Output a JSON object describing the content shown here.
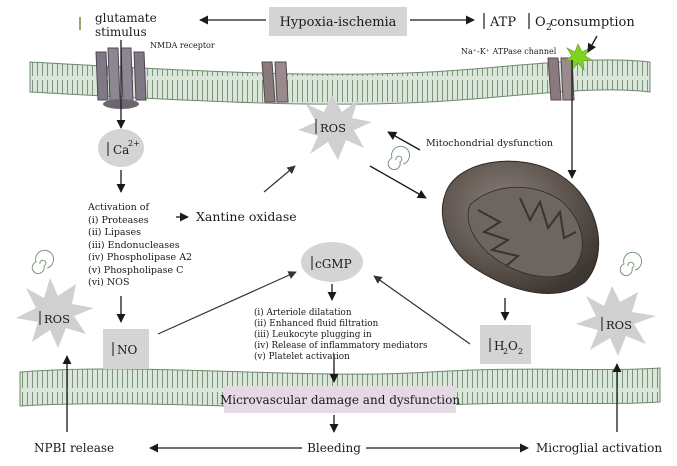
{
  "title_box": "Hypoxia-ischemia",
  "atp": {
    "prefix": "ATP",
    "o2": "O",
    "o2_sub": "2",
    "suffix": " consumption"
  },
  "glutamate": {
    "line1": "glutamate",
    "line2": "stimulus"
  },
  "nmda_label": "NMDA receptor",
  "atpase_label": "Na⁺-K⁺ ATPase channel",
  "ros_top": "ROS",
  "ros_left": "ROS",
  "ros_right": "ROS",
  "ca": {
    "text": "Ca",
    "sup": "2+"
  },
  "mito_label": "Mitochondrial dysfunction",
  "activation": {
    "title": "Activation of",
    "items": [
      "(i) Proteases",
      "(ii) Lipases",
      "(iii) Endonucleases",
      "(iv) Phospholipase A2",
      "(v) Phospholipase C",
      "(vi) NOS"
    ]
  },
  "xantine": "Xantine oxidase",
  "cgmp": "cGMP",
  "effects": {
    "items": [
      "(i) Arteriole dilatation",
      "(ii) Enhanced fluid filtration",
      "(iii) Leukocyte plugging in",
      "(iv) Release of inflammatory mediators",
      "(v) Platelet activation"
    ]
  },
  "no": "NO",
  "h2o2": {
    "h": "H",
    "sub1": "2",
    "o": "O",
    "sub2": "2"
  },
  "micro": "Microvascular damage and dysfunction",
  "bottom": {
    "left": "NPBI release",
    "center": "Bleeding",
    "right": "Microglial activation"
  },
  "colors": {
    "box": "#d4d4d4",
    "micro_box": "#e6d9e6",
    "membrane": "#c8d8c8",
    "membrane_edge": "#6f8a6f",
    "arrow": "#1a1a1a",
    "mito": "#5b524c",
    "burst": "#d0d0d0"
  }
}
